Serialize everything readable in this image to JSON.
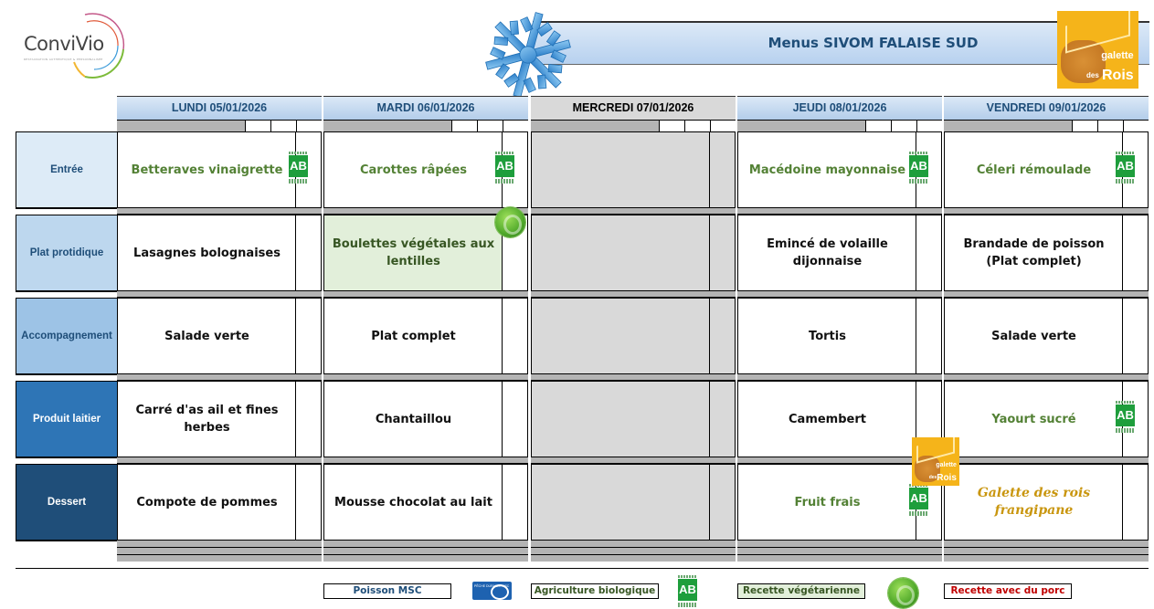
{
  "header": {
    "logo_name": "ConviVio",
    "logo_tagline": "RESTAURATION AUTHENTIQUE & PERSONNALISÉE",
    "title": "Menus SIVOM FALAISE SUD",
    "galette_badge": {
      "line1": "galette",
      "line2": "des",
      "line3": "Rois"
    }
  },
  "days": [
    {
      "label": "LUNDI  05/01/2026",
      "closed": false
    },
    {
      "label": "MARDI 06/01/2026",
      "closed": false
    },
    {
      "label": "MERCREDI 07/01/2026",
      "closed": true
    },
    {
      "label": "JEUDI 08/01/2026",
      "closed": false
    },
    {
      "label": "VENDREDI 09/01/2026",
      "closed": false
    }
  ],
  "categories": [
    {
      "label": "Entrée",
      "bg": "#ddebf7",
      "fg": "#1f4e79"
    },
    {
      "label": "Plat protidique",
      "bg": "#bdd7ee",
      "fg": "#1f4e79"
    },
    {
      "label": "Accompagnement",
      "bg": "#9dc3e6",
      "fg": "#1f4e79"
    },
    {
      "label": "Produit laitier",
      "bg": "#2e75b6",
      "fg": "#ffffff"
    },
    {
      "label": "Dessert",
      "bg": "#1f4e79",
      "fg": "#ffffff"
    }
  ],
  "menu": {
    "entree": [
      "Betteraves vinaigrette",
      "Carottes râpées",
      "",
      "Macédoine mayonnaise",
      "Céleri rémoulade"
    ],
    "plat": [
      "Lasagnes bolognaises",
      "Boulettes végétales aux lentilles",
      "",
      "Emincé de volaille dijonnaise",
      "Brandade de poisson (Plat complet)"
    ],
    "accompagnement": [
      "Salade verte",
      "Plat complet",
      "",
      "Tortis",
      "Salade verte"
    ],
    "laitier": [
      "Carré d'as ail et fines herbes",
      "Chantaillou",
      "",
      "Camembert",
      "Yaourt sucré"
    ],
    "dessert": [
      "Compote de pommes",
      "Mousse chocolat au lait",
      "",
      "Fruit frais",
      "Galette des rois frangipane"
    ]
  },
  "icons": {
    "ab": "AB",
    "msc_text": "PÊCHE DURABLE MSC"
  },
  "legend": {
    "msc": "Poisson MSC",
    "bio": "Agriculture biologique",
    "veg": "Recette végétarienne",
    "porc": "Recette avec du porc"
  },
  "colors": {
    "bio_text": "#538135",
    "veg_bg": "#e2efda",
    "porc_text": "#c00000",
    "msc_text": "#1f4e79",
    "galette_text": "#c9960f"
  }
}
